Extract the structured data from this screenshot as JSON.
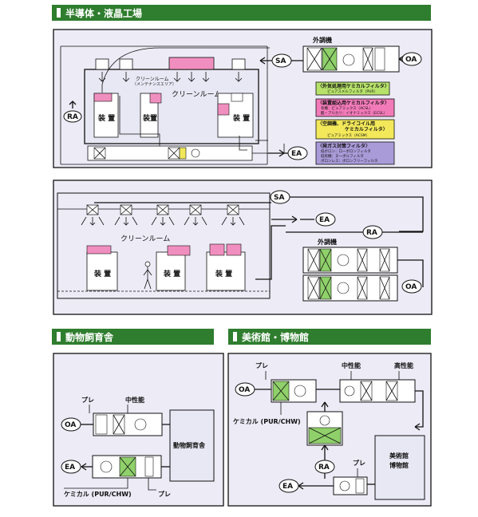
{
  "sections": {
    "semi": "半導体・液晶工場",
    "animal": "動物飼育舎",
    "museum": "美術館・博物館"
  },
  "labels": {
    "sa": "SA",
    "oa": "OA",
    "ra": "RA",
    "ea": "EA",
    "outdoor_unit": "外調機",
    "cleanroom": "クリーンルーム",
    "cleanroom_maint": "クリーンルーム",
    "maint_area": "（メンテナンスエリア）",
    "device": "装置",
    "device_spaced": "装 置",
    "pre": "プレ",
    "medium": "中性能",
    "high": "高性能",
    "chemical": "ケミカル (PUR/CHW)",
    "animal_room": "動物飼育舎",
    "museum_room_1": "美術館",
    "museum_room_2": "博物館"
  },
  "legend": [
    {
      "title": "〈外気処理用ケミカルフィルタ〉",
      "lines": [
        "ピュアスメルフィルタ（PUR）"
      ],
      "color": "#b7e26a"
    },
    {
      "title": "〈装置組込用ケミカルフィルタ〉",
      "lines": [
        "有機：ピュアミックス（ACSL）",
        "酸・アルカリ：イオナミックス（ECSL）"
      ],
      "color": "#f27ab9"
    },
    {
      "title": "〈空調機、ドライコイル用",
      "title2": "ケミカルフィルタ〉",
      "lines": [
        "ピュアミックス（ACSM）"
      ],
      "color": "#f2e85a"
    },
    {
      "title": "〈発ガス対策フィルタ〉",
      "lines": [
        "低ボロン：ローボロンフィルタ",
        "低有機：ヌーボルフィルタ",
        "ボロンレス：ボロンフリーフィルタ"
      ],
      "color": "#a99ad8"
    }
  ],
  "colors": {
    "header": "#2f7d2e",
    "panel": "#ecebf6",
    "room": "#e8e8f4",
    "chem_green": "#8fd06a",
    "yellow": "#f0e85a"
  }
}
